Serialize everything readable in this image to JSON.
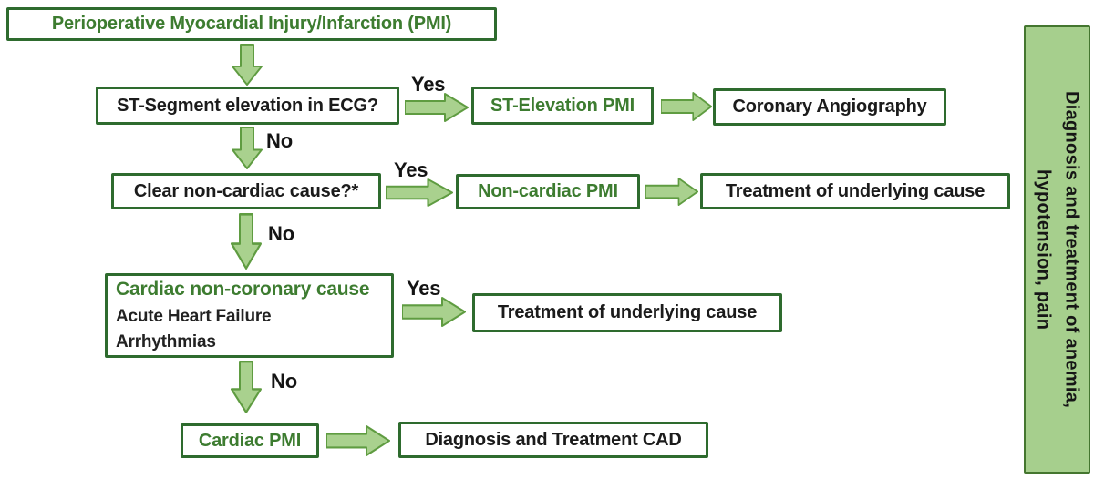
{
  "labels": {
    "yes": "Yes",
    "no": "No"
  },
  "nodes": {
    "root": "Perioperative Myocardial Injury/Infarction (PMI)",
    "q_st_elevation": "ST-Segment elevation in ECG?",
    "st_elevation_pmi": "ST-Elevation PMI",
    "coronary_angiography": "Coronary Angiography",
    "q_non_cardiac": "Clear non-cardiac cause?*",
    "non_cardiac_pmi": "Non-cardiac PMI",
    "treatment_underlying_1": "Treatment of underlying cause",
    "cardiac_non_coronary": {
      "title": "Cardiac non-coronary cause",
      "lines": [
        "Acute Heart Failure",
        "Arrhythmias"
      ]
    },
    "treatment_underlying_2": "Treatment of underlying cause",
    "cardiac_pmi": "Cardiac PMI",
    "diagnosis_treatment_cad": "Diagnosis and Treatment CAD"
  },
  "sidebar": {
    "line1": "Diagnosis and treatment of anemia,",
    "line2": "hypotension, pain"
  },
  "colors": {
    "box_border_green": "#2e6b2e",
    "text_green": "#3d7c30",
    "text_black": "#1b1b1b",
    "arrow_fill": "#a9d18e",
    "arrow_stroke": "#5f9c41",
    "sidebar_fill": "#a6cf8d",
    "sidebar_border": "#44762f"
  }
}
